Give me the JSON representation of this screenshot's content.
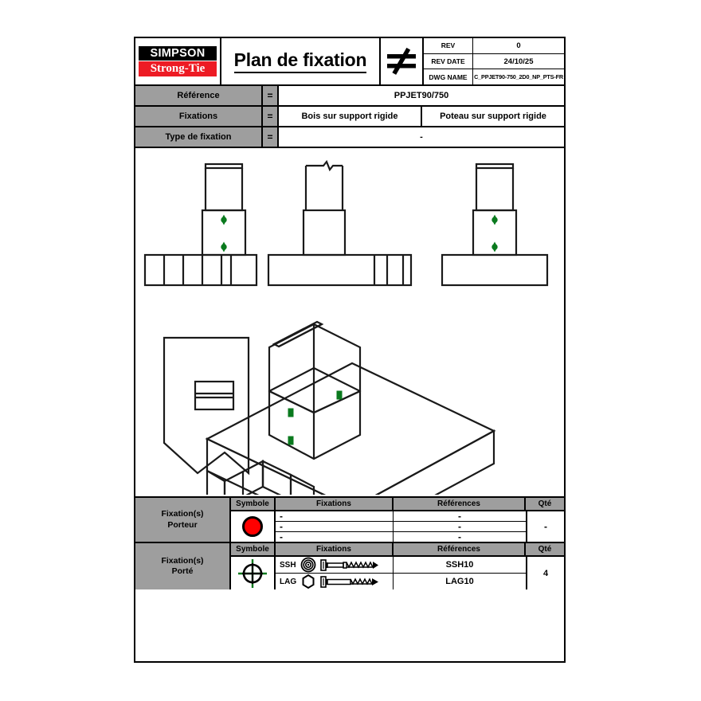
{
  "titleblock": {
    "logo_top": "SIMPSON",
    "logo_bottom": "Strong-Tie",
    "title": "Plan de fixation",
    "projection_symbol": "third-angle-projection",
    "rev_label": "REV",
    "rev_value": "0",
    "rev_date_label": "REV DATE",
    "rev_date_value": "24/10/25",
    "dwg_name_label": "DWG NAME",
    "dwg_name_value": "C_PPJET90-750_2D0_NP_PTS-FR"
  },
  "spec": {
    "equals": "=",
    "rows": [
      {
        "label": "Référence",
        "values": [
          "PPJET90/750"
        ]
      },
      {
        "label": "Fixations",
        "values": [
          "Bois sur support rigide",
          "Poteau sur support rigide"
        ]
      },
      {
        "label": "Type de fixation",
        "values": [
          "-"
        ]
      }
    ]
  },
  "drawing": {
    "views": [
      {
        "name": "front-elevation-view",
        "fastener_marks": 2
      },
      {
        "name": "side-elevation-view",
        "fastener_marks": 0
      },
      {
        "name": "rear-elevation-view",
        "fastener_marks": 2
      },
      {
        "name": "top-plan-view",
        "fastener_marks": 0
      },
      {
        "name": "isometric-3d-view",
        "fastener_marks": 3
      }
    ],
    "fastener_mark_color": "#0a7a1e"
  },
  "tables": {
    "headers": {
      "symbole": "Symbole",
      "fixations": "Fixations",
      "references": "Références",
      "qte": "Qté"
    },
    "porteur": {
      "name": "Fixation(s)\nPorteur",
      "name_line1": "Fixation(s)",
      "name_line2": "Porteur",
      "symbol": "red-filled-circle",
      "symbol_color": "#ff0000",
      "rows": [
        {
          "fixation": "-",
          "reference": "-"
        },
        {
          "fixation": "-",
          "reference": "-"
        },
        {
          "fixation": "-",
          "reference": "-"
        }
      ],
      "qte": "-"
    },
    "porte": {
      "name_line1": "Fixation(s)",
      "name_line2": "Porté",
      "symbol": "green-crosshair-circle",
      "symbol_color": "#0a7a1e",
      "rows": [
        {
          "code": "SSH",
          "head_icon": "washer-head-icon",
          "screw_icon": "hex-washer-screw-icon",
          "reference": "SSH10"
        },
        {
          "code": "LAG",
          "head_icon": "hex-head-icon",
          "screw_icon": "lag-screw-icon",
          "reference": "LAG10"
        }
      ],
      "qte": "4"
    }
  }
}
